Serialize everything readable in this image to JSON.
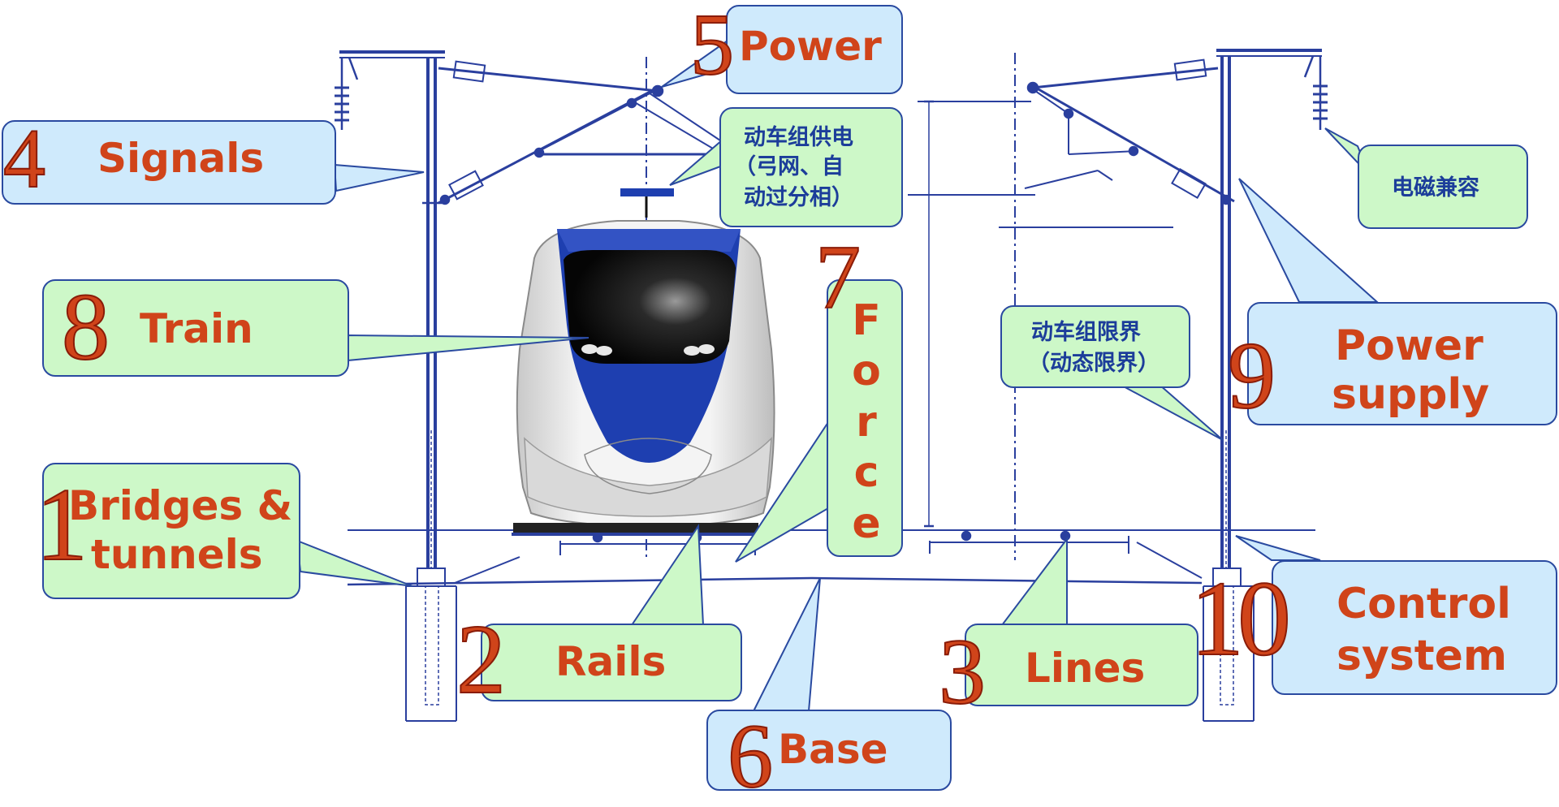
{
  "callouts": {
    "signals": {
      "number": "4",
      "label": "Signals"
    },
    "power": {
      "number": "5",
      "label": "Power"
    },
    "train": {
      "number": "8",
      "label": "Train"
    },
    "bridges": {
      "number": "1",
      "label_line1": "Bridges &",
      "label_line2": "tunnels"
    },
    "force": {
      "number": "7",
      "label": "Force"
    },
    "rails": {
      "number": "2",
      "label": "Rails"
    },
    "base": {
      "number": "6",
      "label": "Base"
    },
    "lines": {
      "number": "3",
      "label": "Lines"
    },
    "power_supply": {
      "number": "9",
      "label_line1": "Power",
      "label_line2": "supply"
    },
    "control_system": {
      "number": "10",
      "label_line1": "Control",
      "label_line2": "system"
    }
  },
  "notes": {
    "emu_power_line1": "动车组供电",
    "emu_power_line2": "（弓网、自",
    "emu_power_line3": "动过分相）",
    "emc": "电磁兼容",
    "emu_gauge_line1": "动车组限界",
    "emu_gauge_line2": "（动态限界）"
  },
  "colors": {
    "structure": "#2a3f9e",
    "label_red": "#d0441a",
    "callout_blue": "#cfeafc",
    "callout_green": "#cdf8c8",
    "train_blue": "#1e3fb0"
  }
}
